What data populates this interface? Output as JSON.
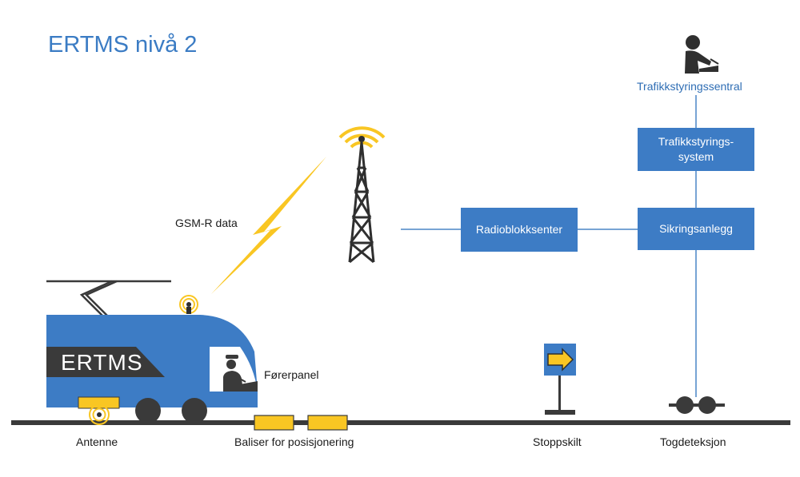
{
  "title": "ERTMS nivå 2",
  "central": {
    "label": "Trafikkstyringssentral",
    "icon": "traffic-controller-person-icon"
  },
  "boxes": {
    "traffic_control_system": {
      "line1": "Trafikkstyrings-",
      "line2": "system"
    },
    "interlocking": "Sikringsanlegg",
    "radio_block_center": "Radioblokksenter"
  },
  "labels": {
    "gsm_r": "GSM-R data",
    "driver_panel": "Førerpanel",
    "antenna": "Antenne",
    "balises": "Baliser for posisjonering",
    "stop_sign": "Stoppskilt",
    "train_detection": "Togdeteksjon"
  },
  "train_label": "ERTMS",
  "colors": {
    "blue": "#3d7cc5",
    "yellow": "#f9c623",
    "dark": "#3a3a3a",
    "white": "#ffffff"
  }
}
